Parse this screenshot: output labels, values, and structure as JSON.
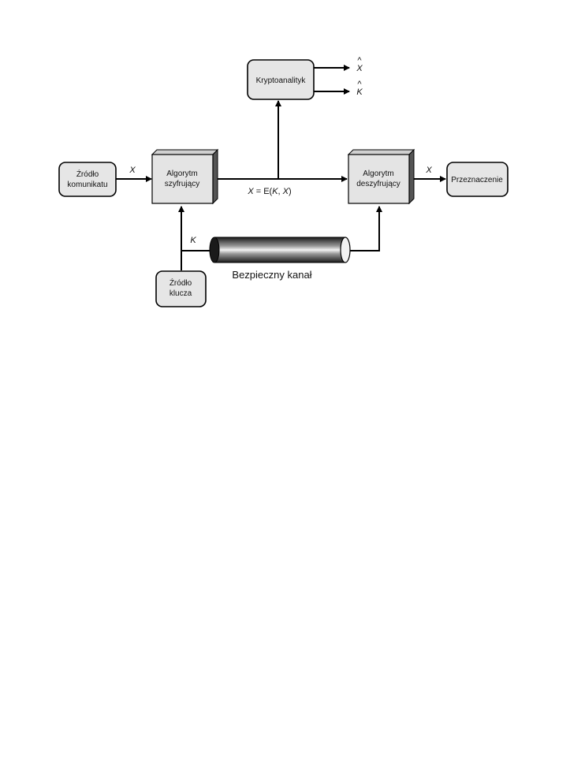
{
  "nodes": {
    "source_message": {
      "line1": "Źródło",
      "line2": "komunikatu"
    },
    "encrypt_algo": {
      "line1": "Algorytm",
      "line2": "szyfrujący"
    },
    "cryptanalyst": {
      "label": "Kryptoanalityk"
    },
    "decrypt_algo": {
      "line1": "Algorytm",
      "line2": "deszyfrujący"
    },
    "destination": {
      "label": "Przeznaczenie"
    },
    "key_source": {
      "line1": "Źródło",
      "line2": "klucza"
    }
  },
  "labels": {
    "x_in": "X",
    "x_out": "X",
    "key": "K",
    "x_hat": "X",
    "k_hat": "K",
    "hat": "^",
    "cipher_X": "X",
    "cipher_eq": " = E(",
    "cipher_K": "K",
    "cipher_comma": ", ",
    "cipher_X2": "X",
    "cipher_close": ")",
    "secure_channel": "Bezpieczny kanał"
  }
}
